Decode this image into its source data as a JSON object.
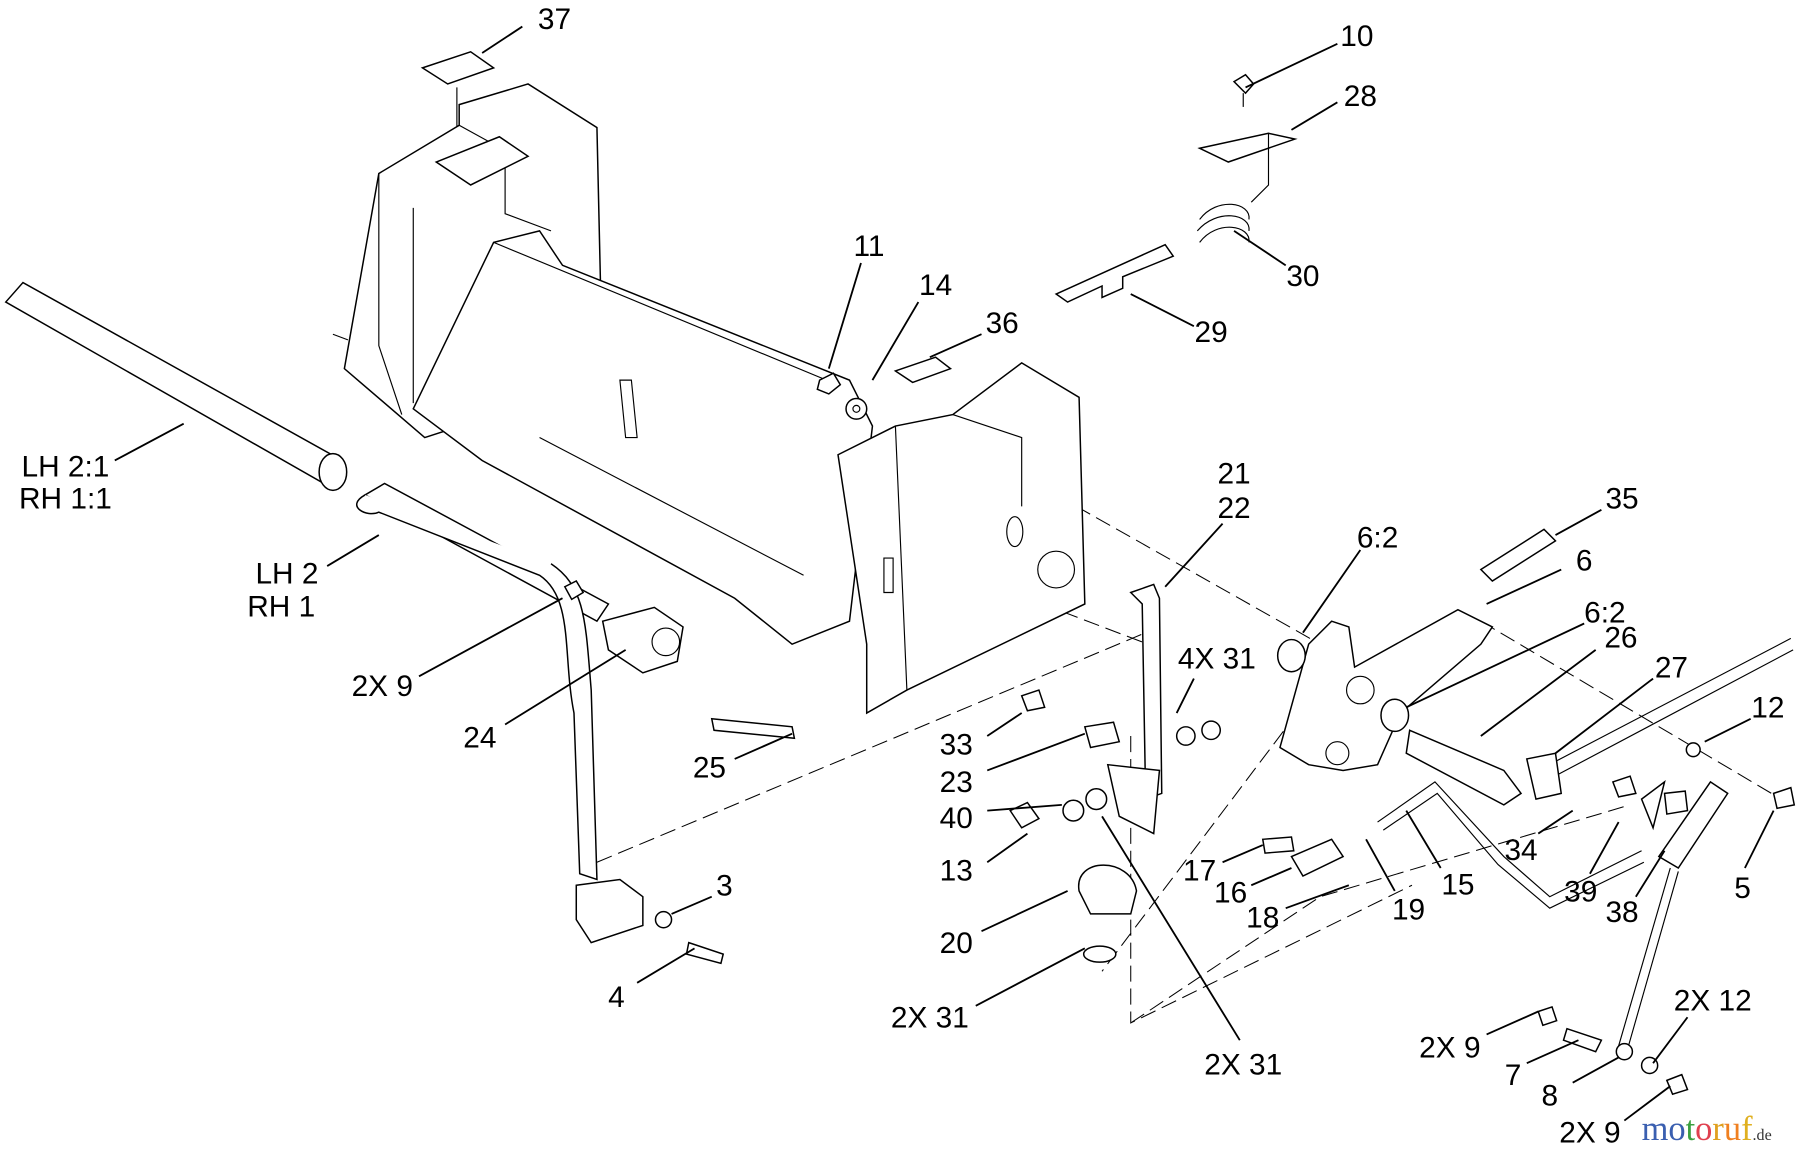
{
  "diagram": {
    "callouts": [
      {
        "id": "c37",
        "text": "37"
      },
      {
        "id": "c10",
        "text": "10"
      },
      {
        "id": "c28",
        "text": "28"
      },
      {
        "id": "c11",
        "text": "11"
      },
      {
        "id": "c14",
        "text": "14"
      },
      {
        "id": "c36",
        "text": "36"
      },
      {
        "id": "c30",
        "text": "30"
      },
      {
        "id": "c29",
        "text": "29"
      },
      {
        "id": "c1a",
        "text": "LH 2:1"
      },
      {
        "id": "c1b",
        "text": "RH 1:1"
      },
      {
        "id": "c2a",
        "text": "LH 2"
      },
      {
        "id": "c2b",
        "text": "RH 1"
      },
      {
        "id": "c9a",
        "text": "2X 9"
      },
      {
        "id": "c24",
        "text": "24"
      },
      {
        "id": "c25",
        "text": "25"
      },
      {
        "id": "c21",
        "text": "21"
      },
      {
        "id": "c22",
        "text": "22"
      },
      {
        "id": "c62a",
        "text": "6:2"
      },
      {
        "id": "c35",
        "text": "35"
      },
      {
        "id": "c6",
        "text": "6"
      },
      {
        "id": "c62b",
        "text": "6:2"
      },
      {
        "id": "c26",
        "text": "26"
      },
      {
        "id": "c27",
        "text": "27"
      },
      {
        "id": "c12",
        "text": "12"
      },
      {
        "id": "c31a",
        "text": "4X 31"
      },
      {
        "id": "c33",
        "text": "33"
      },
      {
        "id": "c23",
        "text": "23"
      },
      {
        "id": "c40",
        "text": "40"
      },
      {
        "id": "c13",
        "text": "13"
      },
      {
        "id": "c3",
        "text": "3"
      },
      {
        "id": "c4",
        "text": "4"
      },
      {
        "id": "c20",
        "text": "20"
      },
      {
        "id": "c31b",
        "text": "2X 31"
      },
      {
        "id": "c31c",
        "text": "2X  31"
      },
      {
        "id": "c17",
        "text": "17"
      },
      {
        "id": "c16",
        "text": "16"
      },
      {
        "id": "c18",
        "text": "18"
      },
      {
        "id": "c19",
        "text": "19"
      },
      {
        "id": "c15",
        "text": "15"
      },
      {
        "id": "c34",
        "text": "34"
      },
      {
        "id": "c39",
        "text": "39"
      },
      {
        "id": "c38",
        "text": "38"
      },
      {
        "id": "c5",
        "text": "5"
      },
      {
        "id": "c12b",
        "text": "2X 12"
      },
      {
        "id": "c9b",
        "text": "2X 9"
      },
      {
        "id": "c7",
        "text": "7"
      },
      {
        "id": "c8",
        "text": "8"
      },
      {
        "id": "c9c",
        "text": "2X 9"
      }
    ],
    "watermark": {
      "name": "motoruf",
      "suffix": ".de",
      "letter_colors": [
        "#3a5fb0",
        "#3a5fb0",
        "#3aa040",
        "#e0404f",
        "#e0a020",
        "#f08020",
        "#e0b020"
      ]
    }
  }
}
